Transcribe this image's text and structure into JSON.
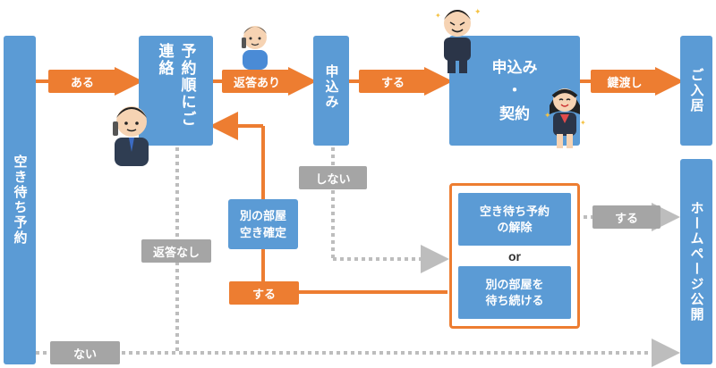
{
  "nodes": {
    "waitlist": "空き待ち予約",
    "contact": "予約順にご連絡",
    "apply": "申込み",
    "contract_top": "申込み",
    "contract_dot": "・",
    "contract_bottom": "契約",
    "move_in": "ご入居",
    "homepage": "ホームページ公開"
  },
  "labels": {
    "exists": "ある",
    "reply_yes": "返答あり",
    "do_apply": "する",
    "key_handover": "鍵渡し",
    "not_do": "しない",
    "other_room_confirmed_line1": "別の部屋",
    "other_room_confirmed_line2": "空き確定",
    "no_reply": "返答なし",
    "do_bottom": "する",
    "none": "ない",
    "do_right": "する"
  },
  "options": {
    "cancel_line1": "空き待ち予約",
    "cancel_line2": "の解除",
    "or": "or",
    "keep_line1": "別の部屋を",
    "keep_line2": "待ち続ける"
  },
  "colors": {
    "blue": "#5b9bd5",
    "orange": "#ed7d31",
    "gray": "#a5a5a5"
  },
  "icons": [
    "man-phone-icon",
    "man-phone-icon",
    "excited-man-icon",
    "happy-woman-icon"
  ]
}
